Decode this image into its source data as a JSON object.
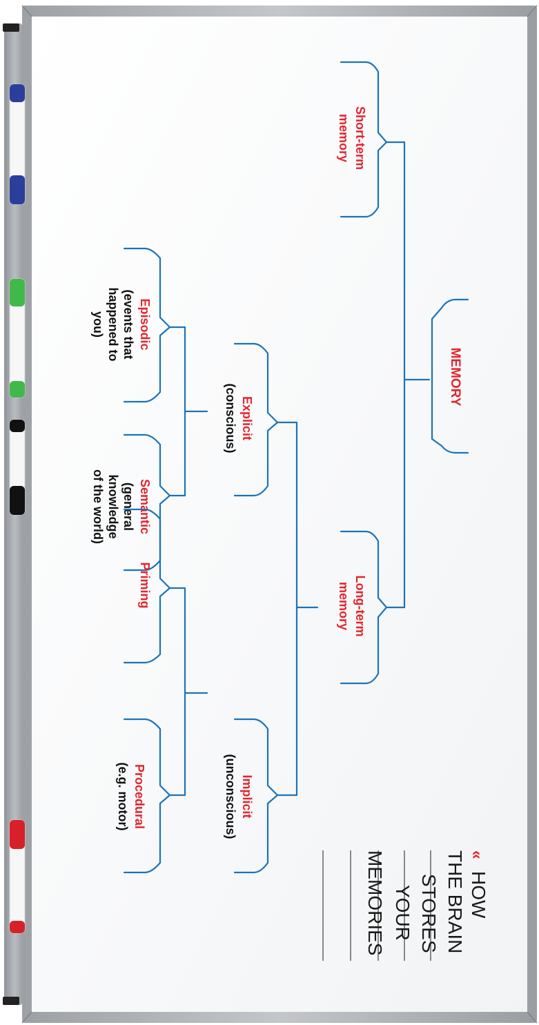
{
  "title": {
    "chevron": "«",
    "lines": [
      "HOW",
      "THE BRAIN",
      "STORES",
      "YOUR",
      "MEMORIES"
    ]
  },
  "nodes": {
    "memory": {
      "label": "MEMORY"
    },
    "short_term": {
      "label_lines": [
        "Short-term",
        "memory"
      ]
    },
    "long_term": {
      "label_lines": [
        "Long-term",
        "memory"
      ]
    },
    "explicit": {
      "label": "Explicit",
      "note": "(conscious)"
    },
    "implicit": {
      "label": "Implicit",
      "note": "(unconscious)"
    },
    "episodic": {
      "label": "Episodic",
      "note_lines": [
        "(events that",
        "happened to",
        "you)"
      ]
    },
    "semantic": {
      "label": "Semantic",
      "note_lines": [
        "(general",
        "knowledge",
        "of the world)"
      ]
    },
    "priming": {
      "label": "Priming"
    },
    "procedural": {
      "label": "Procedural",
      "note": "(e.g. motor)"
    }
  },
  "colors": {
    "accent_red": "#e5232d",
    "bracket_blue": "#1a73b8",
    "frame_gray": "#a9adb2",
    "text_dark": "#111111"
  },
  "markers": [
    {
      "color_name": "blue",
      "cap": "#2c3e9c"
    },
    {
      "color_name": "green",
      "cap": "#41b94a"
    },
    {
      "color_name": "black",
      "cap": "#111111"
    },
    {
      "color_name": "red",
      "cap": "#d8202a"
    }
  ]
}
